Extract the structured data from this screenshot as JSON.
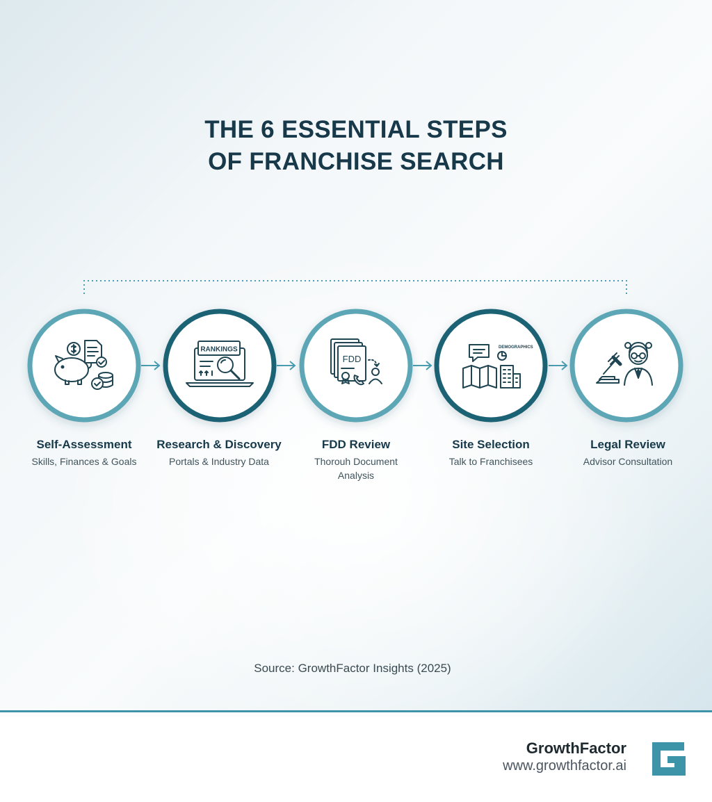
{
  "title": {
    "line1": "THE 6 ESSENTIAL STEPS",
    "line2": "OF FRANCHISE SEARCH"
  },
  "steps": [
    {
      "title": "Self-Assessment",
      "subtitle": "Skills, Finances & Goals",
      "icon": "piggy-bank-finance-icon",
      "ring": "light"
    },
    {
      "title": "Research & Discovery",
      "subtitle": "Portals & Industry Data",
      "icon": "laptop-rankings-icon",
      "ring": "dark",
      "icon_text": "RANKINGS"
    },
    {
      "title": "FDD Review",
      "subtitle": "Thorouh Document Analysis",
      "icon": "fdd-document-icon",
      "ring": "light",
      "icon_text": "FDD"
    },
    {
      "title": "Site Selection",
      "subtitle": "Talk to Franchisees",
      "icon": "map-building-icon",
      "ring": "dark",
      "icon_text": "DEMOGRAPHICS"
    },
    {
      "title": "Legal Review",
      "subtitle": "Advisor Consultation",
      "icon": "gavel-lawyer-icon",
      "ring": "light"
    }
  ],
  "source": "Source: GrowthFactor Insights (2025)",
  "brand": {
    "name": "GrowthFactor",
    "url": "www.growthfactor.ai",
    "logo_icon": "growthfactor-g-logo-icon"
  },
  "colors": {
    "title": "#17394a",
    "ring_light": "#5ba6b5",
    "ring_dark": "#1d6275",
    "connector": "#4a9db0",
    "icon_stroke": "#1f4452",
    "brand_accent": "#3d93a8"
  }
}
